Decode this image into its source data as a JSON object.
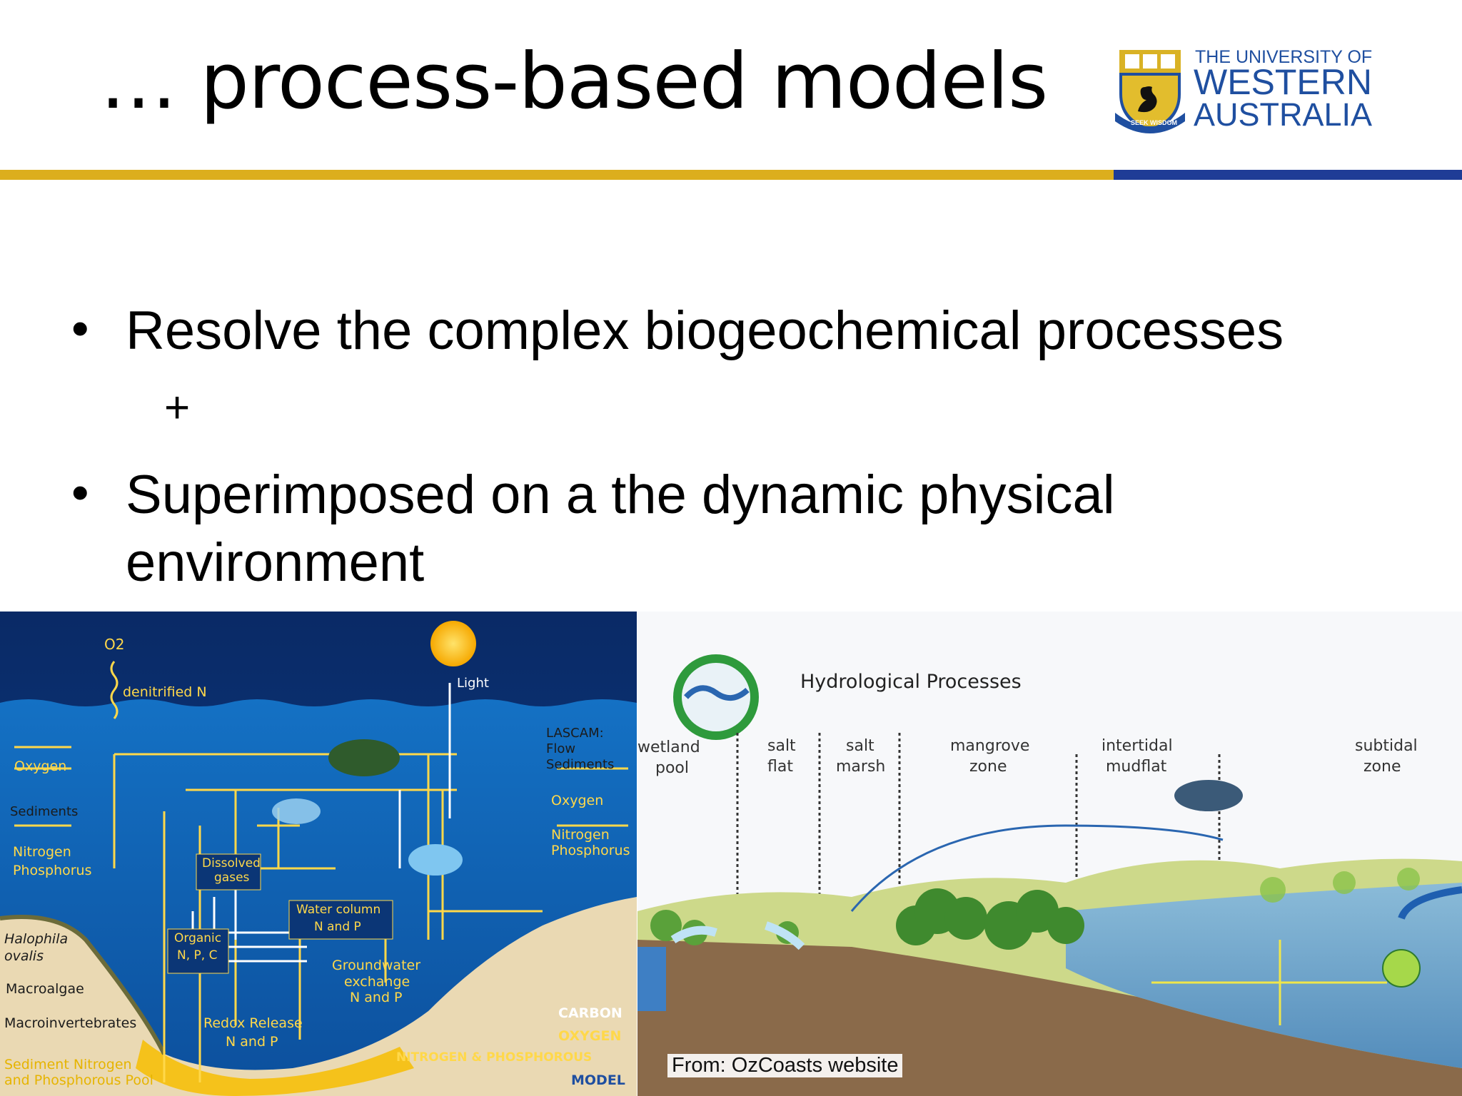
{
  "slide": {
    "title": "… process-based models",
    "bullets": [
      {
        "text": "Resolve the complex biogeochemical processes"
      },
      {
        "text": "Superimposed on a the dynamic physical",
        "continuation": "environment"
      }
    ],
    "plus": "+"
  },
  "logo": {
    "line1": "THE UNIVERSITY OF",
    "line2": "WESTERN",
    "line3": "AUSTRALIA",
    "motto": "SEEK WISDOM"
  },
  "colors": {
    "gold_bar": "#dcae1d",
    "blue_bar": "#1f3c96",
    "logo_blue": "#1f4fa0"
  },
  "left_figure": {
    "o2": "O2",
    "denitrified": "denitrified N",
    "light": "Light",
    "lascam": "LASCAM:",
    "flow": "Flow",
    "sediments_right": "Sediments",
    "oxygen_right": "Oxygen",
    "nitrogen_right": "Nitrogen",
    "phosphorus_right": "Phosphorus",
    "oxygen_left": "Oxygen",
    "sediments_left": "Sediments",
    "nitrogen_left": "Nitrogen",
    "phosphorus_left": "Phosphorus",
    "dissolved": "Dissolved",
    "gases": "gases",
    "water_column": "Water column",
    "n_and_p": "N and P",
    "organic": "Organic",
    "npc": "N, P, C",
    "groundwater": "Groundwater",
    "exchange": "exchange",
    "gw_np": "N and P",
    "redox": "Redox Release",
    "redox_np": "N and P",
    "halophila": "Halophila",
    "ovalis": "ovalis",
    "macroalgae": "Macroalgae",
    "macroinvertebrates": "Macroinvertebrates",
    "sediment_nitrogen": "Sediment Nitrogen",
    "pool": "and Phosphorous  Pool",
    "model_carbon": "CARBON",
    "model_oxygen": "OXYGEN",
    "model_np": "NITROGEN & PHOSPHOROUS",
    "model_word": "MODEL"
  },
  "right_figure": {
    "title": "Hydrological Processes",
    "zones": [
      {
        "l1": "wetland",
        "l2": "pool"
      },
      {
        "l1": "salt",
        "l2": "flat"
      },
      {
        "l1": "salt",
        "l2": "marsh"
      },
      {
        "l1": "mangrove",
        "l2": "zone"
      },
      {
        "l1": "intertidal",
        "l2": "mudflat"
      },
      {
        "l1": "subtidal",
        "l2": "zone"
      }
    ],
    "source": "From: OzCoasts website"
  }
}
